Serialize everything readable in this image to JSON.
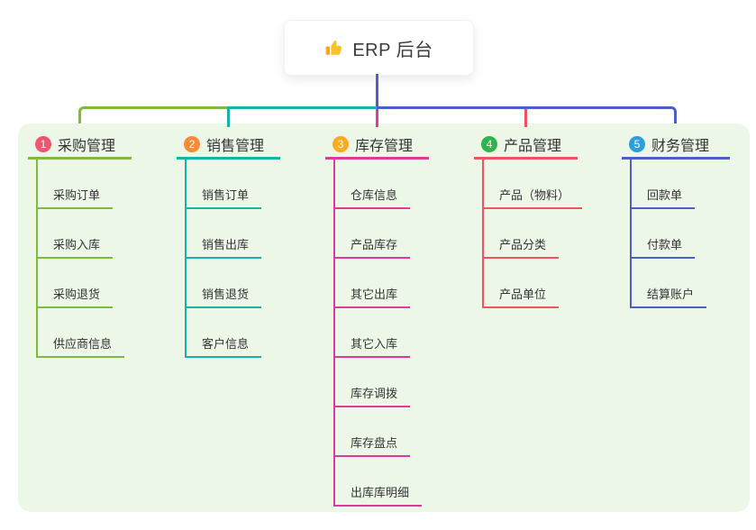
{
  "root_node": {
    "icon": "thumbs-up",
    "title": "ERP 后台"
  },
  "colors": {
    "page_bg": "#ffffff",
    "container_bg": "#ecf7e7",
    "root_line": "#4c60c8",
    "text": "#333333"
  },
  "branches": [
    {
      "key": "purchase",
      "badge": "1",
      "badge_color": "#f3556f",
      "line_color": "#7cbb3f",
      "title": "采购管理",
      "children": [
        "采购订单",
        "采购入库",
        "采购退货",
        "供应商信息"
      ]
    },
    {
      "key": "sales",
      "badge": "2",
      "badge_color": "#f68b3e",
      "line_color": "#14b3ab",
      "title": "销售管理",
      "children": [
        "销售订单",
        "销售出库",
        "销售退货",
        "客户信息"
      ]
    },
    {
      "key": "inventory",
      "badge": "3",
      "badge_color": "#fbab1f",
      "line_color": "#df3a9b",
      "title": "库存管理",
      "children": [
        "仓库信息",
        "产品库存",
        "其它出库",
        "其它入库",
        "库存调拨",
        "库存盘点",
        "出库库明细"
      ]
    },
    {
      "key": "product",
      "badge": "4",
      "badge_color": "#2db44d",
      "line_color": "#f0535c",
      "title": "产品管理",
      "children": [
        "产品（物料）",
        "产品分类",
        "产品单位"
      ]
    },
    {
      "key": "finance",
      "badge": "5",
      "badge_color": "#2a9fd8",
      "line_color": "#4b5fc7",
      "title": "财务管理",
      "children": [
        "回款单",
        "付款单",
        "结算账户"
      ]
    }
  ]
}
